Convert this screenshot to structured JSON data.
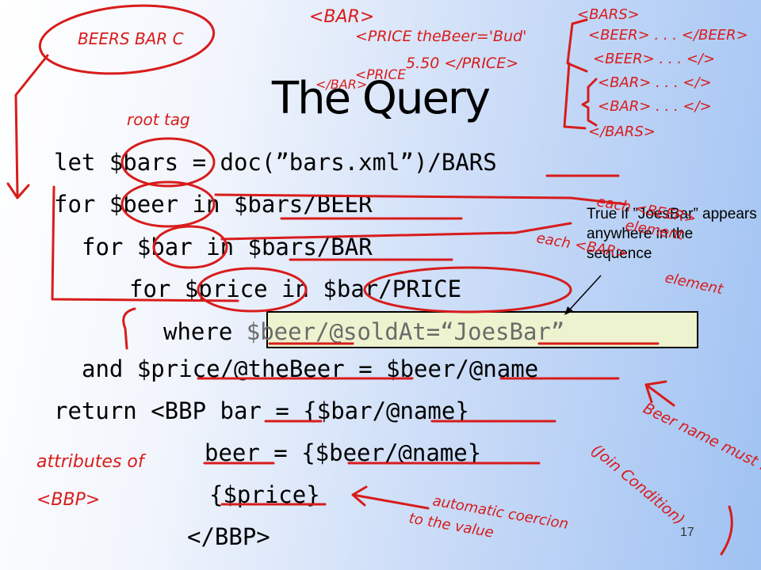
{
  "slide": {
    "title": "The Query",
    "page_number": "17",
    "callout": "True if ”JoesBar” appears anywhere in the sequence"
  },
  "code": {
    "line1": "let $bars = doc(”bars.xml”)/BARS",
    "line2": "for $beer in $bars/BEER",
    "line3": "for $bar in $bars/BAR",
    "line4": "for $price in $bar/PRICE",
    "line5_keyword": "where ",
    "line5_condition": "$beer/@soldAt=“JoesBar”",
    "line6": "and $price/@theBeer = $beer/@name",
    "line7": "return <BBP bar = {$bar/@name}",
    "line8": "beer = {$beer/@name}",
    "line9": "{$price}",
    "line10": "</BBP>"
  },
  "annotations": {
    "beers_bar_c": "BEERS BAR C",
    "bar_open": "<BAR>",
    "price_the_beer": "<PRICE theBeer='Bud'",
    "price_value": "5.50 </PRICE>",
    "price_open": "<PRICE",
    "bar_close": "</BAR>",
    "bars_open": "<BARS>",
    "beer_line1": "<BEER> . . . </BEER>",
    "beer_line2": "<BEER> . . . </>",
    "bar_line1": "<BAR> . . . </>",
    "bar_line2": "<BAR> . . . </>",
    "bars_close": "</BARS>",
    "root_tag": "root tag",
    "each_beer": "each <BEER>",
    "element1": "element",
    "each_bar": "each <BAR>",
    "element2": "element",
    "beer_name_must_match": "Beer name must match",
    "join_condition": "(Join Condition)",
    "attributes_of": "attributes of",
    "bbp": "<BBP>",
    "automatic_coercion": "automatic coercion",
    "to_the_value": "to the value"
  }
}
